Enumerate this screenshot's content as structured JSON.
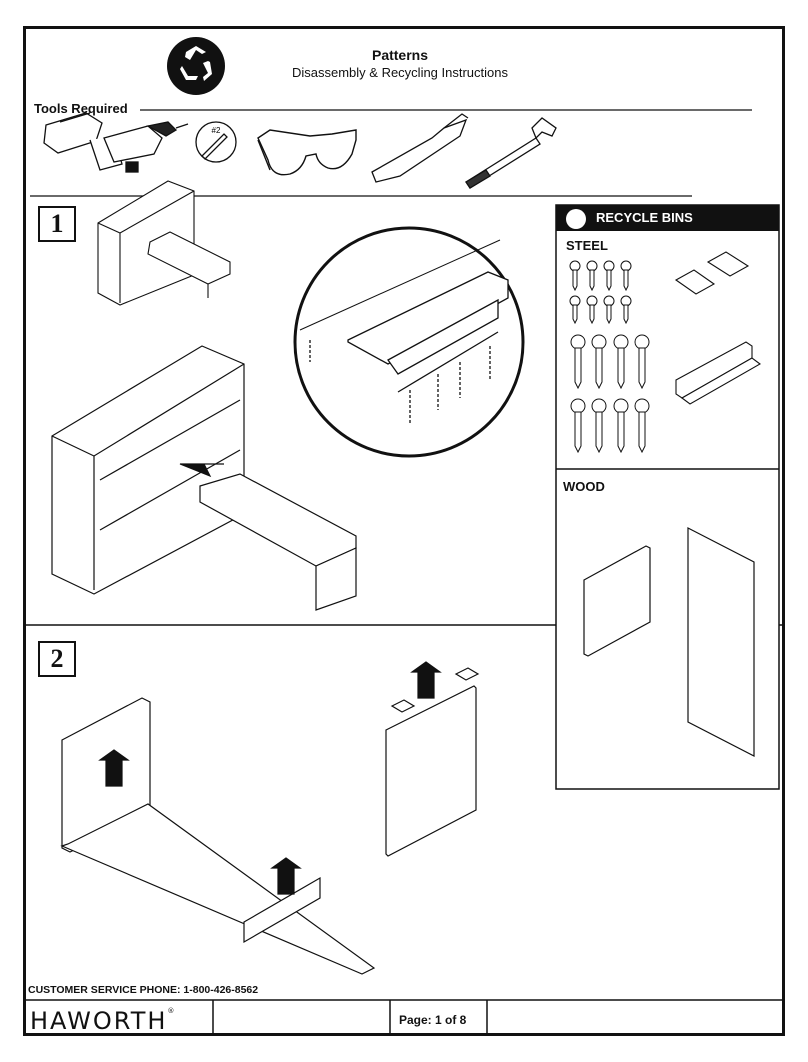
{
  "header": {
    "title": "Patterns",
    "subtitle": "Disassembly & Recycling Instructions",
    "tools_label": "Tools Required",
    "bit_label": "#2"
  },
  "tools": [
    {
      "name": "cordless-drill",
      "icon": "drill-icon"
    },
    {
      "name": "phillips-bit",
      "icon": "bit-icon"
    },
    {
      "name": "safety-glasses",
      "icon": "glasses-icon"
    },
    {
      "name": "utility-knife",
      "icon": "knife-icon"
    },
    {
      "name": "hammer",
      "icon": "hammer-icon"
    }
  ],
  "steps": [
    {
      "number": "1"
    },
    {
      "number": "2"
    }
  ],
  "recycle_bins": {
    "title": "RECYCLE BINS",
    "steel_label": "STEEL",
    "wood_label": "WOOD"
  },
  "footer": {
    "phone": "CUSTOMER SERVICE PHONE: 1-800-426-8562",
    "brand": "HAWORTH",
    "registered": "®",
    "page": "Page: 1 of 8"
  },
  "colors": {
    "ink": "#111111",
    "paper": "#ffffff"
  }
}
